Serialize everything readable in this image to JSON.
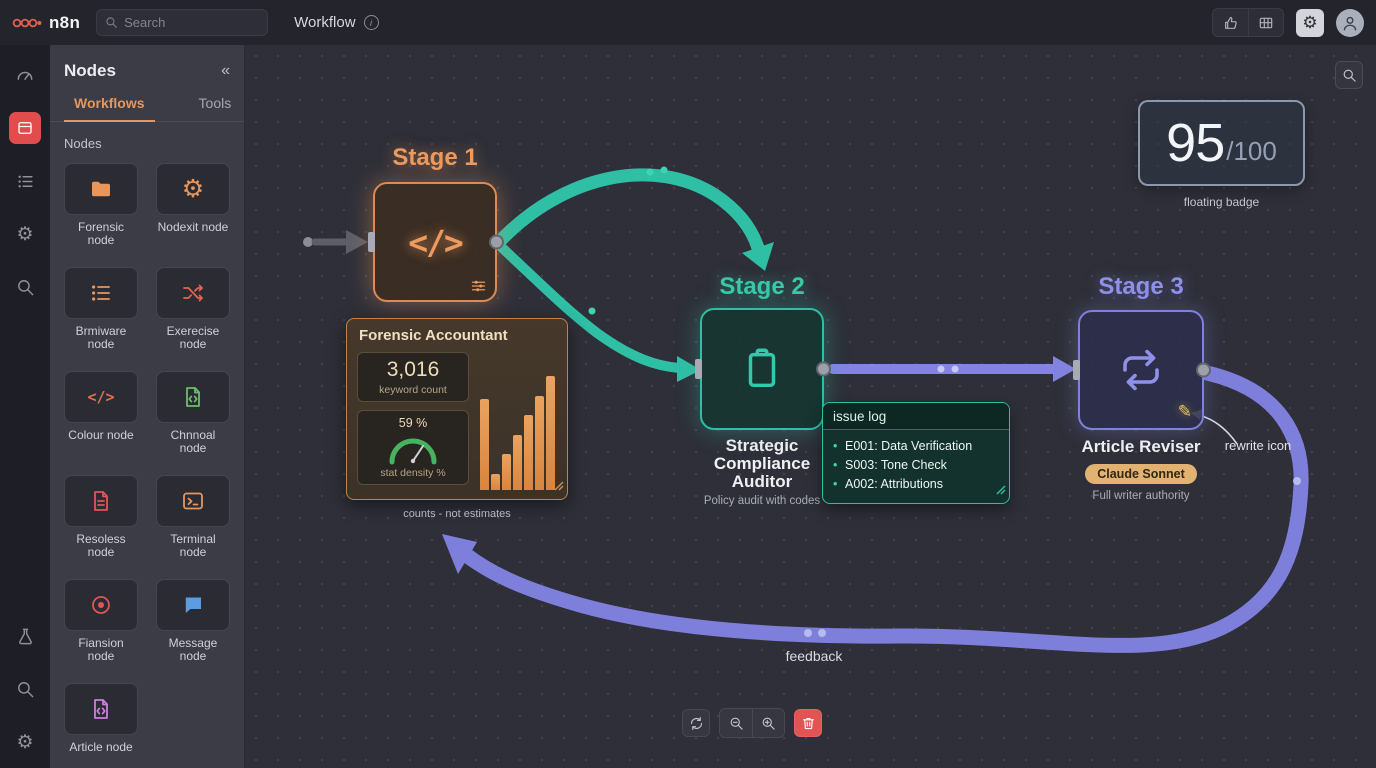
{
  "colors": {
    "orange": "#e8965c",
    "teal": "#2ebfa5",
    "purple": "#8384e0",
    "red_accent": "#e14d4d",
    "badge_tan": "#e2b273"
  },
  "icons_glyphs": {
    "gear": "⚙",
    "pencil": "✎",
    "code": "</>",
    "collapse": "«",
    "info": "i"
  },
  "topbar": {
    "brand": "n8n",
    "search_placeholder": "Search",
    "title": "Workflow"
  },
  "sidebar": {
    "title": "Nodes",
    "tabs": [
      {
        "label": "Workflows",
        "active": true
      },
      {
        "label": "Tools",
        "active": false
      }
    ],
    "section_label": "Nodes",
    "nodes": [
      {
        "label": "Forensic node",
        "icon": "folder-icon"
      },
      {
        "label": "Nodexit node",
        "icon": "gear-icon"
      },
      {
        "label": "Brmiware node",
        "icon": "list-icon"
      },
      {
        "label": "Exerecise node",
        "icon": "shuffle-icon"
      },
      {
        "label": "Colour node",
        "icon": "code-icon"
      },
      {
        "label": "Chnnoal node",
        "icon": "file-code-icon"
      },
      {
        "label": "Resoless node",
        "icon": "file-icon"
      },
      {
        "label": "Terminal node",
        "icon": "terminal-icon"
      },
      {
        "label": "Fiansion node",
        "icon": "target-icon"
      },
      {
        "label": "Message node",
        "icon": "message-icon"
      },
      {
        "label": "Article node",
        "icon": "article-icon"
      }
    ]
  },
  "canvas": {
    "score_badge": {
      "value": "95",
      "max": "/100",
      "caption": "floating badge"
    },
    "stage1": {
      "label": "Stage 1",
      "card": {
        "title": "Forensic Accountant",
        "stat1_value": "3,016",
        "stat1_label": "keyword count",
        "stat2_value": "59 %",
        "stat2_label": "stat density %",
        "caption": "counts - not estimates"
      }
    },
    "stage2": {
      "label": "Stage 2",
      "title": "Strategic Compliance Auditor",
      "subtitle": "Policy audit with codes",
      "issue_log": {
        "title": "issue log",
        "items": [
          "E001: Data Verification",
          "S003: Tone Check",
          "A002: Attributions"
        ]
      }
    },
    "stage3": {
      "label": "Stage 3",
      "title": "Article Reviser",
      "badge": "Claude Sonnet",
      "subtitle": "Full writer authority",
      "annotation": "rewrite icon"
    },
    "feedback_label": "feedback"
  },
  "chart_data": [
    {
      "type": "bar",
      "title": "Forensic Accountant keyword count bars",
      "values": [
        70,
        12,
        28,
        42,
        58,
        72,
        88
      ],
      "ylim": [
        0,
        100
      ],
      "color": "#e0944e"
    },
    {
      "type": "gauge",
      "title": "stat density %",
      "value": 59,
      "max": 100,
      "color": "#47b35f"
    }
  ]
}
